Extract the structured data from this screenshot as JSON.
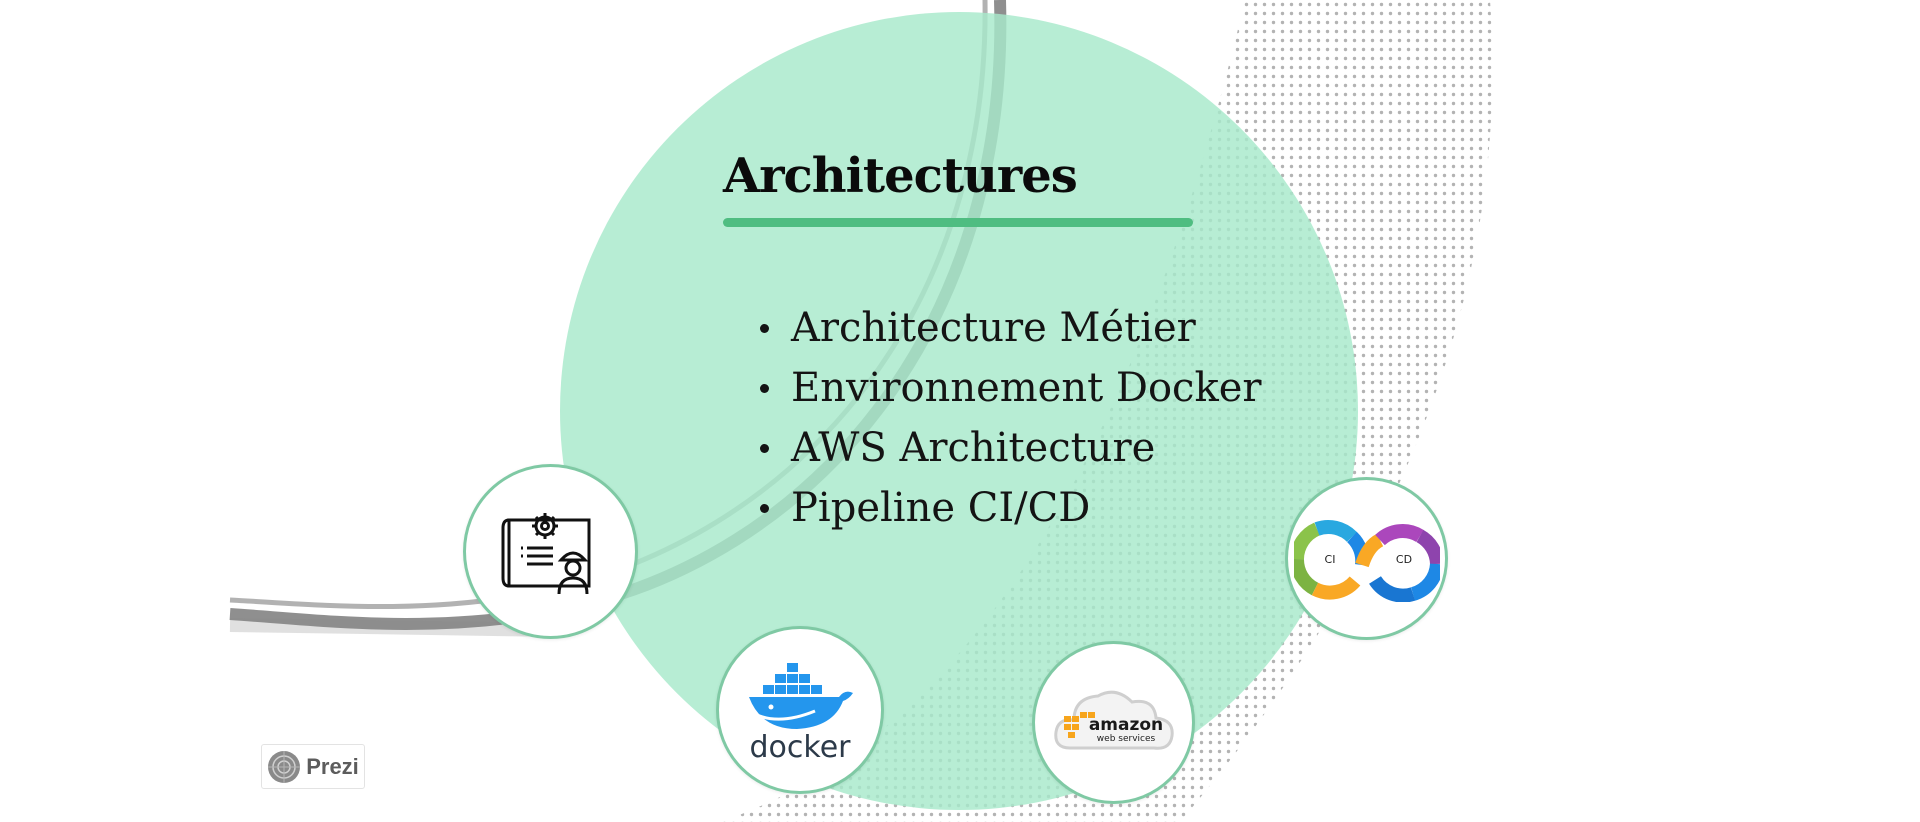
{
  "slide": {
    "title": "Architectures",
    "bullets": [
      "Architecture Métier",
      "Environnement Docker",
      "AWS Architecture",
      "Pipeline CI/CD"
    ]
  },
  "icons": {
    "engineer": "engineer-blueprint-icon",
    "docker": "docker-logo-icon",
    "aws": "amazon-web-services-logo-icon",
    "cicd": "ci-cd-pipeline-icon",
    "prezi": "prezi-logo-icon"
  },
  "logos": {
    "docker_text": "docker",
    "aws_line1": "amazon",
    "aws_line2": "web services",
    "cicd_left": "CI",
    "cicd_right": "CD"
  },
  "badge": {
    "label": "Prezi"
  },
  "colors": {
    "accent_circle": "#a7e9cb",
    "underline": "#4fbd81",
    "icon_border": "#7fc9a4",
    "docker_blue": "#2496ed",
    "aws_orange": "#f7a51c"
  }
}
